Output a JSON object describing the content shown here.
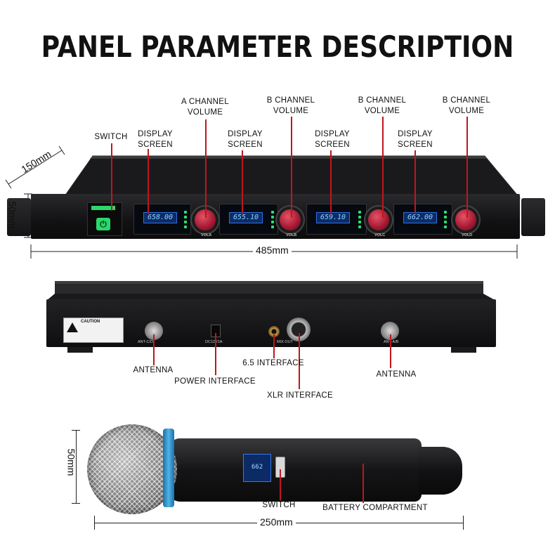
{
  "title": "PANEL PARAMETER DESCRIPTION",
  "front_labels": {
    "switch": "SWITCH",
    "display_1": [
      "DISPLAY",
      "SCREEN"
    ],
    "volume_a": [
      "A CHANNEL",
      "VOLUME"
    ],
    "display_2": [
      "DISPLAY",
      "SCREEN"
    ],
    "volume_b1": [
      "B CHANNEL",
      "VOLUME"
    ],
    "display_3": [
      "DISPLAY",
      "SCREEN"
    ],
    "volume_b2": [
      "B CHANNEL",
      "VOLUME"
    ],
    "display_4": [
      "DISPLAY",
      "SCREEN"
    ],
    "volume_b3": [
      "B CHANNEL",
      "VOLUME"
    ]
  },
  "dimensions": {
    "depth": "150mm",
    "height_front": "50mm",
    "width_front": "485mm",
    "height_mic": "50mm",
    "length_mic": "250mm"
  },
  "lcd_readouts": [
    "658.00",
    "655.10",
    "659.10",
    "662.00"
  ],
  "knob_labels": [
    "VOLA",
    "VOLB",
    "VOLC",
    "VOLD"
  ],
  "back_labels": {
    "antenna_left": "ANTENNA",
    "power_interface": "POWER INTERFACE",
    "interface_65": "6.5 INTERFACE",
    "xlr_interface": "XLR INTERFACE",
    "antenna_right": "ANTENNA"
  },
  "back_panel_print": {
    "caution": "CAUTION",
    "ant_left": "ANT-C/D",
    "dc": "DC12V1A",
    "mix_out": "MIX OUT",
    "ant_right": "ANT-A/B"
  },
  "mic_labels": {
    "switch": "SWITCH",
    "battery": "BATTERY COMPARTMENT"
  },
  "mic_lcd": "662",
  "colors": {
    "accent_line": "#c0161d",
    "knob": "#c21d36",
    "lcd": "#0d2c66",
    "switch_green": "#2bd86b"
  },
  "icons": [
    "power-icon",
    "warning-icon"
  ]
}
